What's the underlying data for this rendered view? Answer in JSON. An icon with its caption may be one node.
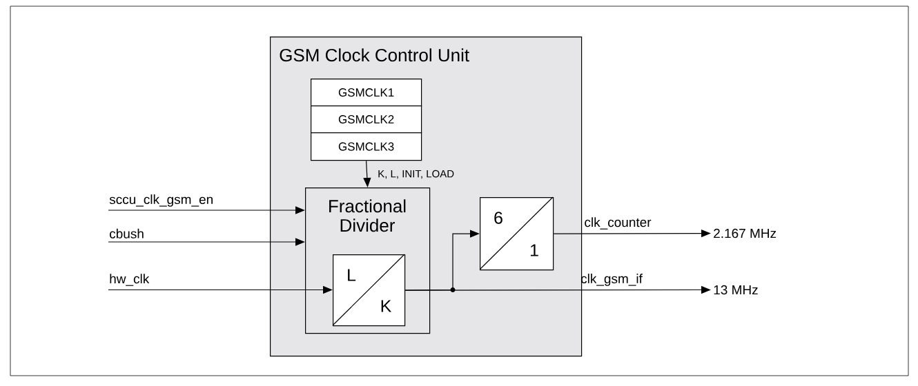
{
  "diagram": {
    "nodes": [
      {
        "text": [
          "GSM Clock Control Unit"
        ]
      },
      {
        "text": [
          "GSMCLK1"
        ],
        "in": 0
      },
      {
        "text": [
          "GSMCLK2"
        ],
        "in": 0
      },
      {
        "text": [
          "GSMCLK3"
        ],
        "in": 0
      },
      {
        "text": [
          "Fractional Divider"
        ],
        "in": 0
      },
      {
        "text": [
          "L",
          "K"
        ],
        "in": 4
      },
      {
        "text": [
          "6",
          "1"
        ],
        "in": 0
      },
      {
        "text": [
          "2.167 MHz"
        ]
      },
      {
        "text": [
          "13 MHz"
        ]
      }
    ],
    "edges": [
      {
        "from": null,
        "to": 4,
        "arrow": "to",
        "label": "sccu_clk_gsm_en"
      },
      {
        "from": null,
        "to": 4,
        "arrow": "to",
        "label": "cbush"
      },
      {
        "from": null,
        "to": 5,
        "arrow": "to",
        "label": "hw_clk"
      },
      {
        "from": 3,
        "to": 4,
        "arrow": "to",
        "label": "K, L, INIT, LOAD"
      },
      {
        "from": 5,
        "to": 6,
        "arrow": "to"
      },
      {
        "from": 5,
        "to": 8,
        "arrow": "to",
        "label": "clk_gsm_if"
      },
      {
        "from": 6,
        "to": 7,
        "arrow": "to",
        "label": "clk_counter"
      }
    ]
  }
}
